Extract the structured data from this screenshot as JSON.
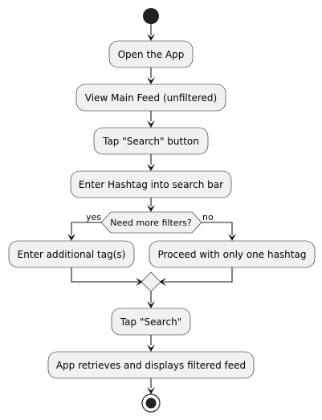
{
  "diagram": {
    "steps": {
      "open_app": "Open the App",
      "view_feed": "View Main Feed (unfiltered)",
      "tap_search_button": "Tap \"Search\" button",
      "enter_hashtag": "Enter Hashtag into search bar",
      "decision": "Need more filters?",
      "branch_yes_label": "yes",
      "branch_no_label": "no",
      "enter_additional": "Enter additional tag(s)",
      "proceed_one": "Proceed with only one hashtag",
      "tap_search": "Tap \"Search\"",
      "retrieve_feed": "App retrieves and displays filtered feed"
    },
    "colors": {
      "node_fill": "#f1f1f1",
      "stroke": "#181818",
      "start_fill": "#222222"
    }
  }
}
